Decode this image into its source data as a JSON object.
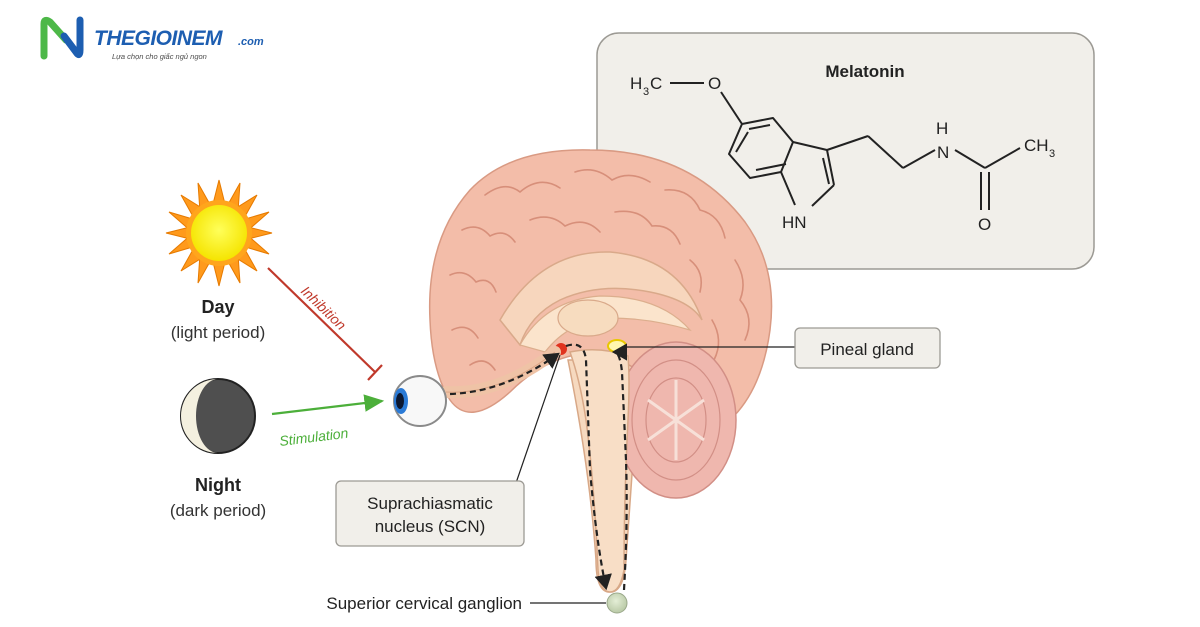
{
  "brand": {
    "name": "THEGIOINEM",
    "suffix": ".com",
    "tagline": "Lựa chọn cho giấc ngủ ngon",
    "colors": {
      "green": "#4db848",
      "blue": "#1d5eb1"
    }
  },
  "day": {
    "title": "Day",
    "subtitle": "(light period)"
  },
  "night": {
    "title": "Night",
    "subtitle": "(dark period)"
  },
  "arrows": {
    "inhibition": "Inhibition",
    "stimulation": "Stimulation",
    "inhibition_color": "#c0392b",
    "stimulation_color": "#4caf3a"
  },
  "labels": {
    "pineal_gland": "Pineal gland",
    "scn_line1": "Suprachiasmatic",
    "scn_line2": "nucleus (SCN)",
    "ganglion": "Superior cervical ganglion"
  },
  "melatonin": {
    "title": "Melatonin",
    "methyl": "H",
    "methyl_sub": "3",
    "methyl_c": "C",
    "oxygen": "O",
    "nh_n": "N",
    "nh_h": "H",
    "hn": "HN",
    "ch3": "CH",
    "ch3_sub": "3",
    "carbonyl_o": "O"
  }
}
